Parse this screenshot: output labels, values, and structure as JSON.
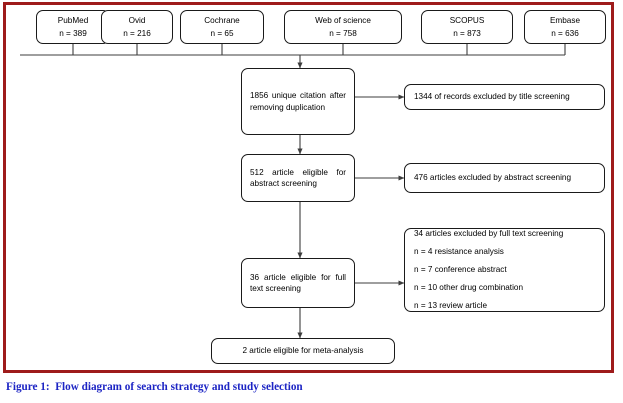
{
  "figure": {
    "caption": "Figure 1:  Flow diagram of search strategy and study selection",
    "frame_color": "#9e1b1b",
    "caption_color": "#1c24c4",
    "box_border_color": "#1a1a1a",
    "connector_color": "#3d3d3d"
  },
  "sources": [
    {
      "name": "PubMed",
      "count": "n = 389"
    },
    {
      "name": "Ovid",
      "count": "n = 216"
    },
    {
      "name": "Cochrane",
      "count": "n = 65"
    },
    {
      "name": "Web of science",
      "count": "n = 758"
    },
    {
      "name": "SCOPUS",
      "count": "n = 873"
    },
    {
      "name": "Embase",
      "count": "n = 636"
    }
  ],
  "flow": {
    "dedup": "1856 unique citation after removing duplication",
    "abstract": "512 article eligible for abstract screening",
    "fulltext": "36 article eligible for full text screening",
    "final": "2 article eligible for meta-analysis"
  },
  "exclusions": {
    "title": "1344 of records excluded by title screening",
    "abstract": "476 articles excluded by abstract screening",
    "fulltext": {
      "heading": "34 articles excluded by full text screening",
      "reasons": [
        "n = 4 resistance analysis",
        "n = 7 conference abstract",
        "n = 10 other drug combination",
        "n = 13 review article"
      ]
    }
  }
}
